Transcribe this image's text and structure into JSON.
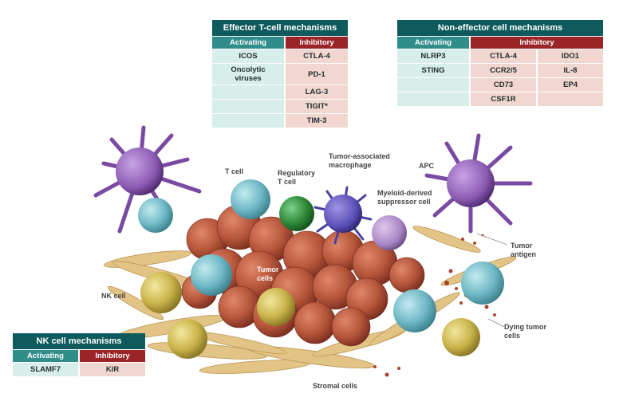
{
  "effector": {
    "title": "Effector T-cell mechanisms",
    "activating_header": "Activating",
    "inhibitory_header": "Inhibitory",
    "activating": [
      "ICOS",
      "Oncolytic viruses",
      "",
      "",
      ""
    ],
    "inhibitory": [
      "CTLA-4",
      "PD-1",
      "LAG-3",
      "TIGIT*",
      "TIM-3"
    ]
  },
  "noneffector": {
    "title": "Non-effector cell mechanisms",
    "activating_header": "Activating",
    "inhibitory_header": "Inhibitory",
    "activating": [
      "NLRP3",
      "STING",
      "",
      ""
    ],
    "inhibitory_col1": [
      "CTLA-4",
      "CCR2/5",
      "CD73",
      "CSF1R"
    ],
    "inhibitory_col2": [
      "IDO1",
      "IL-8",
      "EP4",
      ""
    ]
  },
  "nk": {
    "title": "NK cell mechanisms",
    "activating_header": "Activating",
    "inhibitory_header": "Inhibitory",
    "activating": [
      "SLAMF7"
    ],
    "inhibitory": [
      "KIR"
    ]
  },
  "labels": {
    "t_cell": "T cell",
    "regulatory_t_cell": "Regulatory\nT cell",
    "tam": "Tumor-associated\nmacrophage",
    "apc": "APC",
    "mdsc": "Myeloid-derived\nsuppressor cell",
    "tumor_antigen": "Tumor\nantigen",
    "tumor_cells": "Tumor\ncells",
    "nk_cell": "NK cell",
    "dying_tumor_cells": "Dying tumor\ncells",
    "stromal_cells": "Stromal cells"
  },
  "colors": {
    "header_teal": "#0e5a5c",
    "activating": "#2f8d8a",
    "inhibitory": "#9b2429",
    "tumor": "#b5553a",
    "t_cell": "#6fb9c6",
    "treg": "#2f8b3a",
    "macrophage": "#5a4fb5",
    "apc": "#8a5ab0",
    "nk": "#c9b44a",
    "stroma": "#e3c487"
  }
}
